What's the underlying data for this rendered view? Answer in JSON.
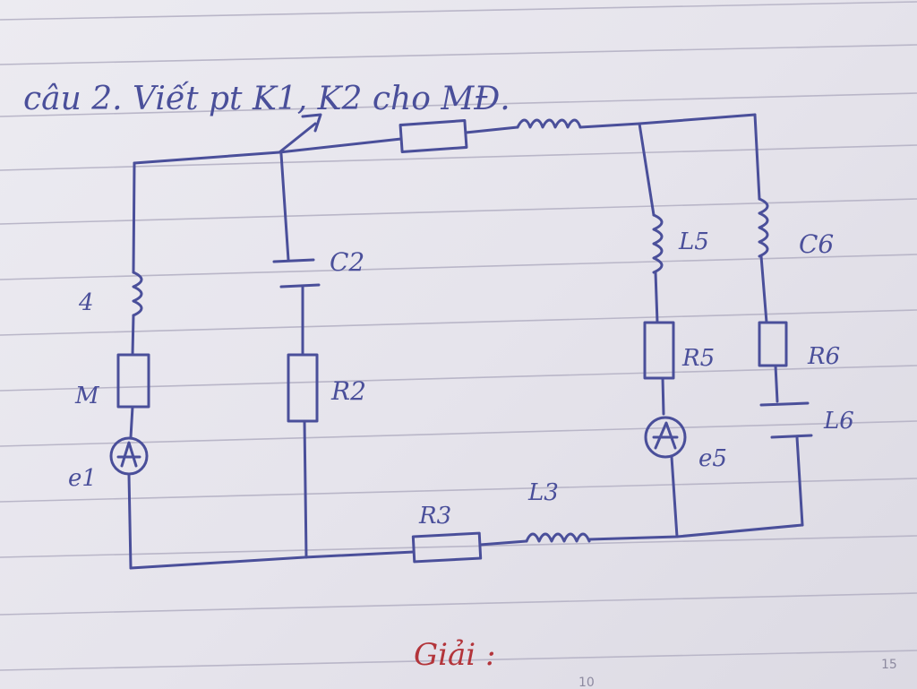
{
  "header_text": "câu 2. Viết pt K1, K2 cho MĐ.",
  "labels": {
    "L1": "4",
    "R1": "M",
    "E1": "e1",
    "C2": "C2",
    "R2": "R2",
    "L5": "L5",
    "R5": "R5",
    "E5": "e5",
    "C6": "C6",
    "R6": "R6",
    "C6b": "L6",
    "R3": "R3",
    "L3": "L3"
  },
  "footer_text": "Giải :",
  "page_marks": {
    "mark_10": "10",
    "mark_15": "15"
  },
  "colors": {
    "ink": "#4a4f9a",
    "red_ink": "#b3343a",
    "paper": "#e9e7ee",
    "rule": "#b9b6c8"
  }
}
